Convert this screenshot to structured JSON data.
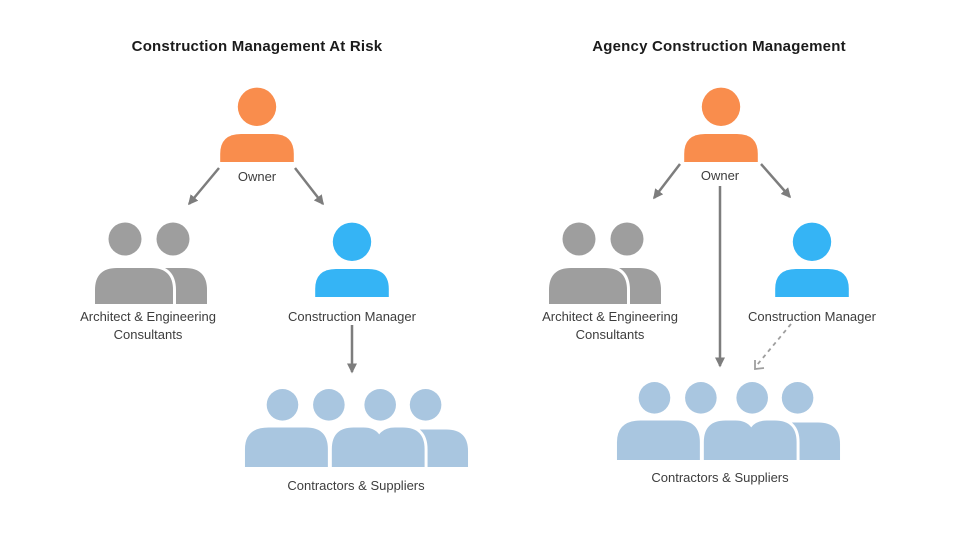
{
  "colors": {
    "background": "#ffffff",
    "title_text": "#1b1b1b",
    "label_text": "#3d3d3d",
    "arrow": "#7d7d7d",
    "dashed_arrow": "#9e9e9e"
  },
  "diagrams": [
    {
      "title": "Construction Management At Risk",
      "owner": {
        "label": "Owner",
        "icon": "person-icon",
        "color": "#F98D4D"
      },
      "consultants": {
        "label_lines": [
          "Architect & Engineering",
          "Consultants"
        ],
        "icon": "people-pair-icon",
        "color": "#9E9E9E"
      },
      "manager": {
        "label": "Construction Manager",
        "icon": "person-icon",
        "color": "#35B4F5"
      },
      "contractors": {
        "label": "Contractors & Suppliers",
        "icon": "people-group-icon",
        "color": "#A9C6E0"
      },
      "edges": [
        {
          "from": "Owner",
          "to": "Architect & Engineering Consultants",
          "style": "solid"
        },
        {
          "from": "Owner",
          "to": "Construction Manager",
          "style": "solid"
        },
        {
          "from": "Construction Manager",
          "to": "Contractors & Suppliers",
          "style": "solid"
        }
      ]
    },
    {
      "title": "Agency Construction Management",
      "owner": {
        "label": "Owner",
        "icon": "person-icon",
        "color": "#F98D4D"
      },
      "consultants": {
        "label_lines": [
          "Architect & Engineering",
          "Consultants"
        ],
        "icon": "people-pair-icon",
        "color": "#9E9E9E"
      },
      "manager": {
        "label": "Construction Manager",
        "icon": "person-icon",
        "color": "#35B4F5"
      },
      "contractors": {
        "label": "Contractors & Suppliers",
        "icon": "people-group-icon",
        "color": "#A9C6E0"
      },
      "edges": [
        {
          "from": "Owner",
          "to": "Architect & Engineering Consultants",
          "style": "solid"
        },
        {
          "from": "Owner",
          "to": "Construction Manager",
          "style": "solid"
        },
        {
          "from": "Owner",
          "to": "Contractors & Suppliers",
          "style": "solid"
        },
        {
          "from": "Construction Manager",
          "to": "Contractors & Suppliers",
          "style": "dashed"
        }
      ]
    }
  ]
}
